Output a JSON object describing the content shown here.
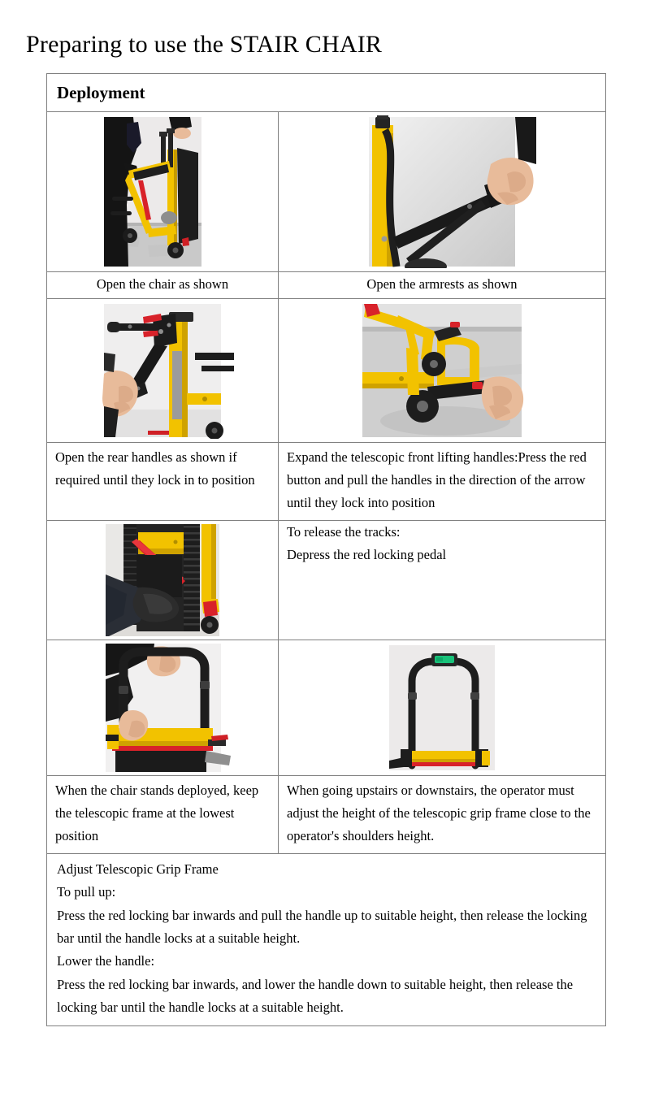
{
  "document": {
    "title": "Preparing to use the STAIR CHAIR"
  },
  "table": {
    "section_header": "Deployment",
    "rows": [
      {
        "type": "photos",
        "left_photo": "stair-chair-folded-being-opened-photo",
        "right_photo": "hand-opening-armrest-photo"
      },
      {
        "type": "captions_center",
        "left": "Open the chair as shown",
        "right": "Open the armrests as shown"
      },
      {
        "type": "photos",
        "left_photo": "hand-opening-rear-handle-photo",
        "right_photo": "hand-pulling-telescopic-front-lifting-handle-photo"
      },
      {
        "type": "captions_left",
        "left": "Open the rear handles as shown if required until they lock in to position",
        "right": "Expand the telescopic front lifting handles:Press the red button and pull the handles in the direction of the arrow until they lock into position"
      },
      {
        "type": "photo_and_text",
        "left_photo": "foot-depressing-red-locking-pedal-photo",
        "right_lines": [
          "To release the tracks:",
          "Depress the red locking pedal"
        ]
      },
      {
        "type": "photos",
        "left_photo": "hand-on-telescopic-grip-frame-lowest-position-photo",
        "right_photo": "telescopic-grip-frame-with-green-display-photo"
      },
      {
        "type": "captions_left",
        "left": "When the chair stands deployed, keep the telescopic frame at the lowest position",
        "right": "When going upstairs or downstairs, the operator must adjust the height of the telescopic grip frame close to the operator's shoulders height."
      }
    ],
    "footer_block": {
      "lines": [
        "Adjust Telescopic Grip Frame",
        "To pull up:",
        "Press the red locking bar inwards and pull the handle up to suitable height, then release the locking bar until the handle locks at a suitable height.",
        "Lower the handle:",
        "Press the red locking bar inwards, and lower the handle down to suitable height, then release the locking bar until the handle locks at a suitable height."
      ]
    }
  },
  "colors": {
    "chair_yellow": "#f2c200",
    "chair_yellow_dark": "#c59a00",
    "locking_red": "#d8222a",
    "frame_black": "#1e1e1e",
    "display_green": "#19c27a",
    "border_grey": "#808080",
    "floor_grey": "#cfcfcf",
    "wall_grey": "#e7e7e7",
    "skin": "#e8bb9a",
    "cloth_black": "#161616"
  }
}
